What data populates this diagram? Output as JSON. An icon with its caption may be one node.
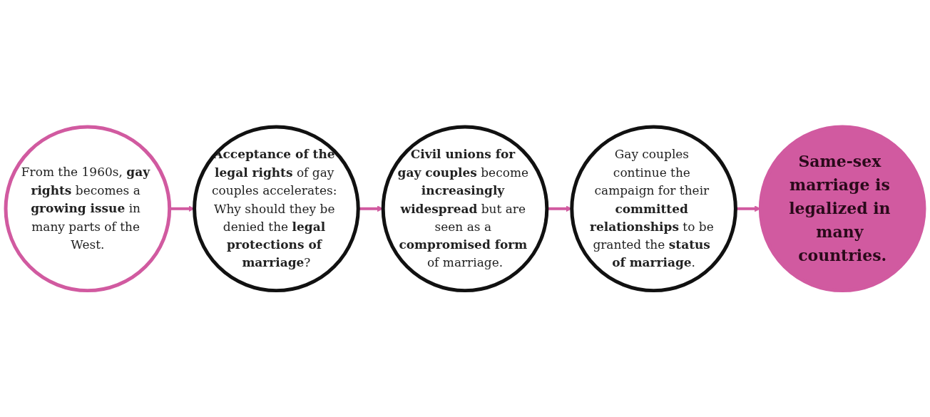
{
  "diagram": {
    "nodes": [
      {
        "text": [
          "From the 1960s, **gay rights** becomes a **growing issue** in many parts of the West."
        ]
      },
      {
        "text": [
          "**Acceptance of the legal rights** of gay couples accelerates: Why should they be denied the **legal protections of marriage**?"
        ]
      },
      {
        "text": [
          "**Civil unions for gay couples** become **increasingly widespread** but are seen as a **compromised form** of marriage."
        ]
      },
      {
        "text": [
          "Gay couples continue the campaign for their **committed relationships** to be granted the **status of marriage**."
        ]
      },
      {
        "text": [
          "Same-sex marriage is legalized in many countries."
        ]
      }
    ],
    "edges": [
      {
        "from": 0,
        "to": 1,
        "arrow": "to"
      },
      {
        "from": 1,
        "to": 2,
        "arrow": "to"
      },
      {
        "from": 2,
        "to": 3,
        "arrow": "to"
      },
      {
        "from": 3,
        "to": 4,
        "arrow": "to"
      }
    ]
  }
}
